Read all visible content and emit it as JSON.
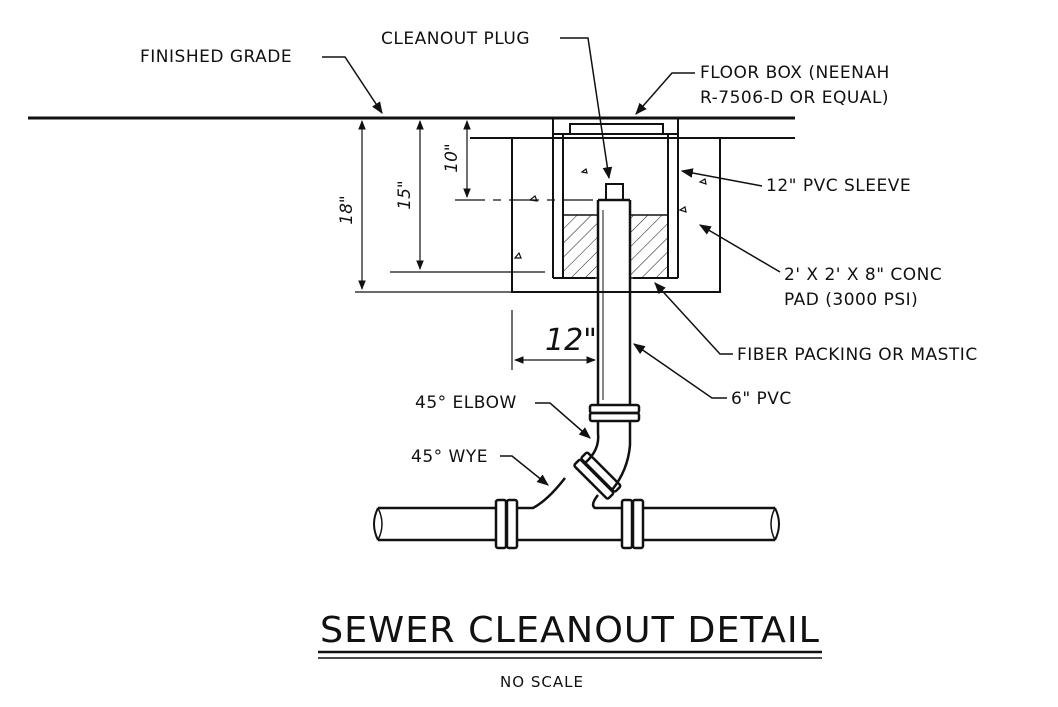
{
  "labels": {
    "finished_grade": "FINISHED GRADE",
    "cleanout_plug": "CLEANOUT PLUG",
    "floor_box_line1": "FLOOR BOX (NEENAH",
    "floor_box_line2": "R-7506-D OR EQUAL)",
    "pvc_sleeve": "12\" PVC SLEEVE",
    "conc_pad_line1": "2' X 2' X 8\" CONC",
    "conc_pad_line2": "PAD (3000 PSI)",
    "fiber_packing": "FIBER PACKING OR MASTIC",
    "pvc_6": "6\" PVC",
    "elbow_45": "45° ELBOW",
    "wye_45": "45° WYE"
  },
  "dimensions": {
    "d18": "18\"",
    "d15": "15\"",
    "d10": "10\"",
    "d12": "12\""
  },
  "title": "SEWER CLEANOUT DETAIL",
  "subtitle": "NO SCALE"
}
